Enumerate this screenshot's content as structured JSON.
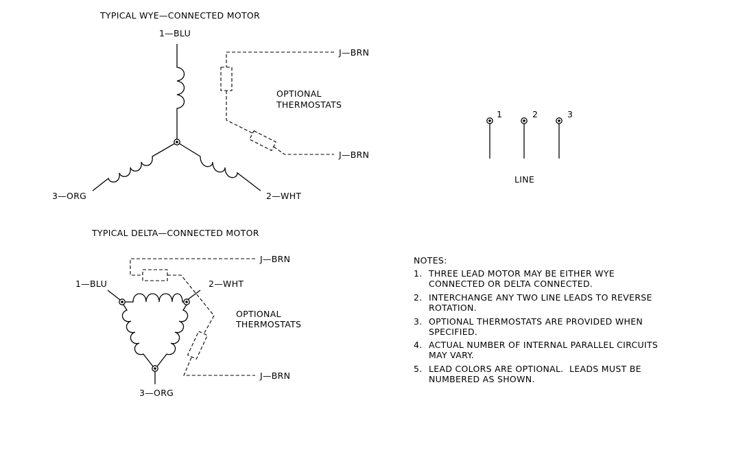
{
  "wye": {
    "title": "TYPICAL WYE—CONNECTED MOTOR",
    "lead1": "1—BLU",
    "lead2": "2—WHT",
    "lead3": "3—ORG",
    "thermo_lead_top": "J—BRN",
    "thermo_lead_bottom": "J—BRN",
    "thermo_label_line1": "OPTIONAL",
    "thermo_label_line2": "THERMOSTATS"
  },
  "delta": {
    "title": "TYPICAL DELTA—CONNECTED MOTOR",
    "lead1": "1—BLU",
    "lead2": "2—WHT",
    "lead3": "3—ORG",
    "thermo_lead_top": "J—BRN",
    "thermo_lead_bottom": "J—BRN",
    "thermo_label_line1": "OPTIONAL",
    "thermo_label_line2": "THERMOSTATS"
  },
  "line": {
    "terminal_labels": [
      "1",
      "2",
      "3"
    ],
    "label": "LINE"
  },
  "notes": {
    "heading": "NOTES:",
    "items": [
      {
        "num": "1.",
        "line1": "THREE LEAD MOTOR MAY BE EITHER WYE",
        "line2": "CONNECTED OR DELTA CONNECTED."
      },
      {
        "num": "2.",
        "line1": "INTERCHANGE ANY TWO LINE LEADS TO REVERSE",
        "line2": "ROTATION."
      },
      {
        "num": "3.",
        "line1": "OPTIONAL THERMOSTATS ARE PROVIDED WHEN",
        "line2": "SPECIFIED."
      },
      {
        "num": "4.",
        "line1": "ACTUAL NUMBER OF INTERNAL PARALLEL CIRCUITS",
        "line2": "MAY VARY."
      },
      {
        "num": "5.",
        "line1": "LEAD COLORS ARE OPTIONAL.  LEADS MUST BE",
        "line2": "NUMBERED AS SHOWN."
      }
    ]
  }
}
